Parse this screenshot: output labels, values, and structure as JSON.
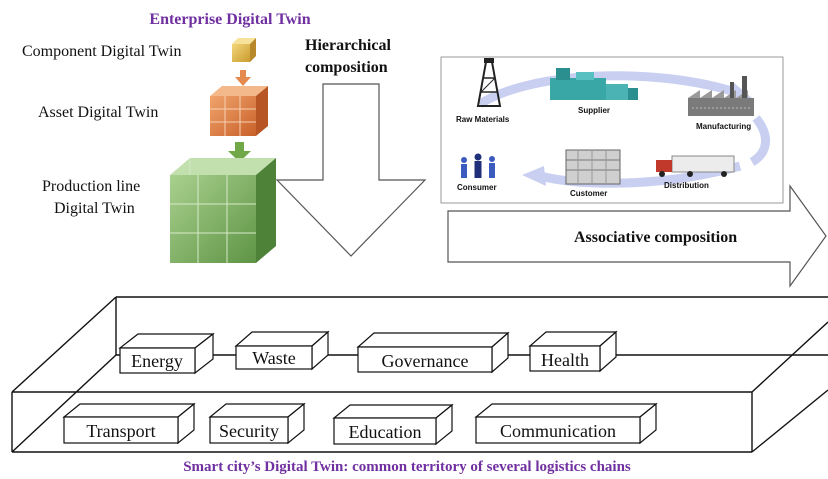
{
  "top_left": {
    "title": "Enterprise Digital Twin",
    "component": "Component Digital Twin",
    "asset": "Asset Digital Twin",
    "production_line_1": "Production line",
    "production_line_2": "Digital Twin"
  },
  "hierarchical": {
    "line1": "Hierarchical",
    "line2": "composition"
  },
  "supply_chain": {
    "raw_materials": "Raw Materials",
    "supplier": "Supplier",
    "manufacturing": "Manufacturing",
    "distribution": "Distribution",
    "customer": "Customer",
    "consumer": "Consumer"
  },
  "associative": "Associative composition",
  "city": {
    "domains_back": [
      "Energy",
      "Waste",
      "Governance",
      "Health"
    ],
    "domains_front": [
      "Transport",
      "Security",
      "Education",
      "Communication"
    ],
    "caption": "Smart city’s Digital Twin: common territory of several logistics chains"
  },
  "colors": {
    "title_purple": "#7030a0",
    "cube_yellow": "#e0b84a",
    "cube_orange": "#e07a3a",
    "cube_green": "#7fb060",
    "arrow_orange": "#e58a4e",
    "arrow_green": "#70a848",
    "cycle_arrow": "#c9cff0"
  }
}
